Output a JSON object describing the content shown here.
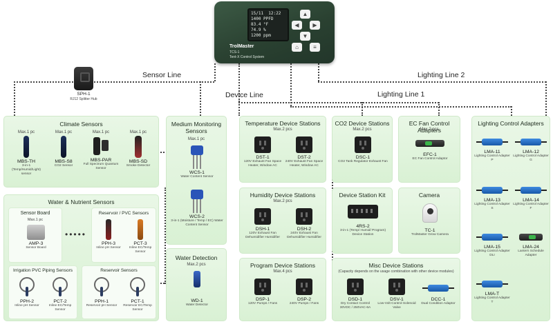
{
  "controller": {
    "screen_header": [
      "15/11",
      "12:22"
    ],
    "screen_lines": [
      "1400 PPFD",
      "83.4 °F",
      "74.9 %",
      "1200 ppm"
    ],
    "brand": "TrolMaster",
    "model": "TCS-1",
    "subtitle": "Tent-X Control System",
    "buttons": [
      "▲",
      "◀",
      "▶",
      "▼",
      "⌂",
      "≡"
    ]
  },
  "hub": {
    "name": "SPH-1",
    "desc": "RJ12 Splitter Hub"
  },
  "lines": {
    "sensor": "Sensor Line",
    "device": "Device Line",
    "lighting1": "Lighting Line 1",
    "lighting2": "Lighting Line 2"
  },
  "climate": {
    "title": "Climate Sensors",
    "items": [
      {
        "qty": "Max.1 pc",
        "name": "MBS-TH",
        "desc": "3-in-1 (Temp/Humid/Light) sensor"
      },
      {
        "qty": "Max.1 pc",
        "name": "MBS-S8",
        "desc": "CO2 Sensor"
      },
      {
        "qty": "Max.1 pc",
        "name": "MBS-PAR",
        "desc": "Full Spectrum Quantum Sensor"
      },
      {
        "qty": "Max.1 pc",
        "name": "MBS-SD",
        "desc": "Smoke Detector"
      }
    ]
  },
  "medium": {
    "title": "Medium Monitoring Sensors",
    "qty": "Max.1 pc",
    "items": [
      {
        "name": "WCS-1",
        "desc": "Water Content Sensor"
      },
      {
        "name": "WCS-2",
        "desc": "3-in-1 (Moisture / Temp / EC) Water Content Sensor"
      }
    ]
  },
  "water": {
    "title": "Water & Nutrient Sensors",
    "sensor_board": {
      "title": "Sensor Board",
      "qty": "Max.1 pc",
      "name": "AMP-3",
      "desc": "Sensor Board"
    },
    "reservoir_pvc": {
      "title": "Reservoir / PVC Sensors",
      "items": [
        {
          "name": "PPH-3",
          "desc": "Inline pH Sensor"
        },
        {
          "name": "PCT-3",
          "desc": "Inline EC/Temp Sensor"
        }
      ]
    },
    "irrigation": {
      "title": "Irrigation PVC Piping Sensors",
      "items": [
        {
          "name": "PPH-2",
          "desc": "Inline pH Sensor"
        },
        {
          "name": "PCT-2",
          "desc": "Inline EC/Temp Sensor"
        }
      ]
    },
    "reservoir": {
      "title": "Reservoir Sensors",
      "items": [
        {
          "name": "PPH-1",
          "desc": "Reservoir pH Sensor"
        },
        {
          "name": "PCT-1",
          "desc": "Reservoir EC/Temp Sensor"
        }
      ]
    }
  },
  "water_detection": {
    "title": "Water Detection",
    "qty": "Max.2 pcs",
    "name": "WD-1",
    "desc": "Water Detector"
  },
  "temperature": {
    "title": "Temperature Device Stations",
    "qty": "Max.2 pcs",
    "items": [
      {
        "name": "DST-1",
        "desc": "120V Exhaust Fan Space Heater, Window AC"
      },
      {
        "name": "DST-2",
        "desc": "240V Exhaust Fan Space Heater, Window AC"
      }
    ]
  },
  "co2": {
    "title": "CO2 Device Stations",
    "qty": "Max.2 pcs",
    "name": "DSC-1",
    "desc": "CO2 Tank Regulator Exhaust Fan"
  },
  "ec_fan": {
    "title": "EC Fan Control Adapters",
    "qty": "Max.2 pcs",
    "name": "EFC-1",
    "desc": "EC Fan Control Adaptor"
  },
  "humidity": {
    "title": "Humidity Device Stations",
    "qty": "Max.2 pcs",
    "items": [
      {
        "name": "DSH-1",
        "desc": "120V Exhaust Fan Dehumidifier Humidifier"
      },
      {
        "name": "DSH-2",
        "desc": "240V Exhaust Fan Dehumidifier Humidifier"
      }
    ]
  },
  "kit": {
    "title": "Device Station Kit",
    "name": "4RS-2",
    "desc": "3-in-1 (Temp/ Humid/ Program) Device Station"
  },
  "camera": {
    "title": "Camera",
    "name": "TC-1",
    "desc": "TrolMaster Grow Camera"
  },
  "program": {
    "title": "Program Device Stations",
    "qty": "Max.4 pcs",
    "items": [
      {
        "name": "DSP-1",
        "desc": "120V Pumps / Fans"
      },
      {
        "name": "DSP-2",
        "desc": "240V Pumps / Fans"
      }
    ]
  },
  "misc": {
    "title": "Misc Device Stations",
    "note": "(Capacity depends on the usage combination with other device modules)",
    "items": [
      {
        "name": "DSD-1",
        "desc": "Dry Contact Control 30VDC / 250VAC-6A"
      },
      {
        "name": "DSV-1",
        "desc": "Low-Volt Control Solenoid Valve"
      },
      {
        "name": "DCC-1",
        "desc": "Dual Condition Adaptor"
      }
    ]
  },
  "lighting": {
    "title": "Lighting Control Adapters",
    "items": [
      {
        "name": "LMA-11",
        "desc": "Lighting Control Adapter P"
      },
      {
        "name": "LMA-12",
        "desc": "Lighting Control Adapter G"
      },
      {
        "name": "LMA-13",
        "desc": "Lighting Control Adapter S"
      },
      {
        "name": "LMA-14",
        "desc": "Lighting Control Adapter F"
      },
      {
        "name": "LMA-15",
        "desc": "Lighting Control Adapter DLI"
      },
      {
        "name": "LMA-24",
        "desc": "Lantern Schedule Adapter"
      },
      {
        "name": "LMA-T",
        "desc": "Lighting Control Adapter T"
      }
    ]
  }
}
